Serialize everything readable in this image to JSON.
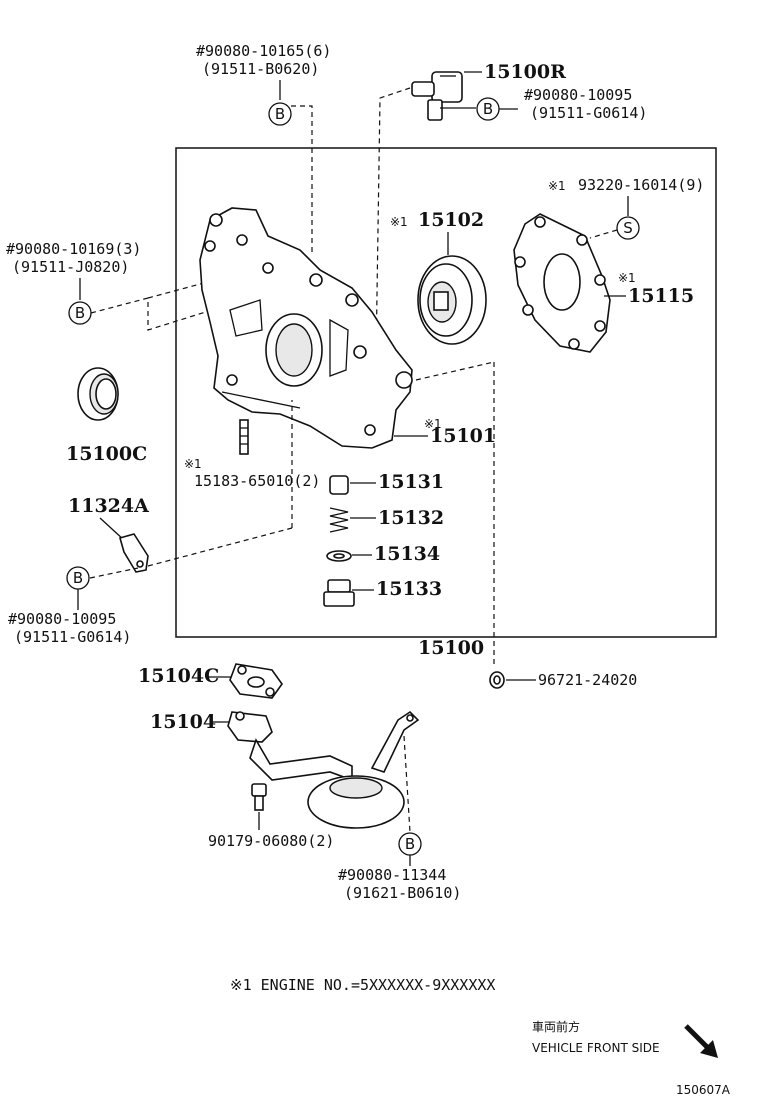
{
  "labels": {
    "b_top_part": "#90080-10165(6)",
    "b_top_alt": "(91511-B0620)",
    "sensor_part": "15100R",
    "sensor_bolt": "#90080-10095",
    "sensor_bolt_alt": "(91511-G0614)",
    "s_mark": "※1",
    "s_bolt": "93220-16014(9)",
    "left_bolt": "#90080-10169(3)",
    "left_bolt_alt": "(91511-J0820)",
    "rotor_mark": "※1",
    "rotor_part": "15102",
    "cover_mark": "※1",
    "cover_part": "15115",
    "seal_part": "15100C",
    "body_mark": "※1",
    "body_part": "15101",
    "stud_mark": "※1",
    "stud_part": "15183-65010(2)",
    "valve_part": "15131",
    "spring_part": "15132",
    "washer_part": "15134",
    "plug_part": "15133",
    "bracket_part": "11324A",
    "bracket_bolt": "#90080-10095",
    "bracket_bolt_alt": "(91511-G0614)",
    "assembly_part": "15100",
    "gasket_part": "15104C",
    "oring_part": "96721-24020",
    "strainer_part": "15104",
    "nut_part": "90179-06080(2)",
    "strainer_bolt": "#90080-11344",
    "strainer_bolt_alt": "(91621-B0610)",
    "circle_b": "B",
    "circle_s": "S"
  },
  "footnote": "※1  ENGINE NO.=5XXXXXX-9XXXXXX",
  "direction": {
    "jp": "車両前方",
    "en": "VEHICLE FRONT SIDE",
    "arrow_icon": "arrow-down-right-icon"
  },
  "figure_id": "150607A"
}
